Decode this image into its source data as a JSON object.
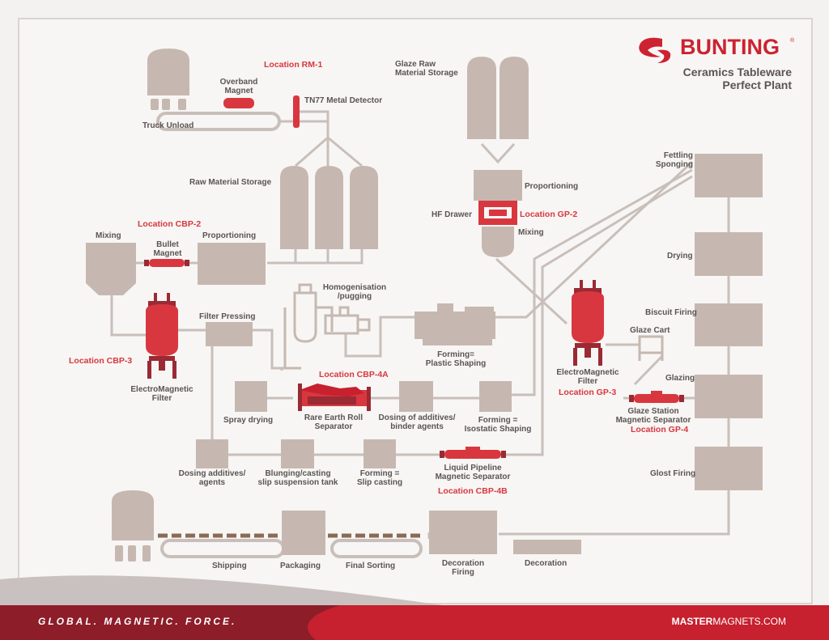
{
  "brand": {
    "name": "BUNTING",
    "registered": "®",
    "title_line1": "Ceramics Tableware",
    "title_line2": "Perfect Plant",
    "accent_color": "#d9373f",
    "equipment_color": "#c8b8b2"
  },
  "footer": {
    "tagline": "GLOBAL. MAGNETIC. FORCE.",
    "url_bold": "MASTER",
    "url_rest": "MAGNETS.COM",
    "band_color": "#c7202f"
  },
  "labels": {
    "truck_unload": "Truck Unload",
    "overband_magnet": "Overband\nMagnet",
    "tn77": "TN77 Metal Detector",
    "raw_material_storage": "Raw Material Storage",
    "glaze_raw_storage": "Glaze Raw\nMaterial Storage",
    "proportioning_gp": "Proportioning",
    "hf_drawer": "HF Drawer",
    "mixing_gp": "Mixing",
    "mixing": "Mixing",
    "bullet_magnet": "Bullet\nMagnet",
    "proportioning": "Proportioning",
    "homogenisation": "Homogenisation\n/pugging",
    "filter_pressing": "Filter Pressing",
    "forming_plastic": "Forming=\nPlastic Shaping",
    "electromagnetic_filter": "ElectroMagnetic\nFilter",
    "electromagnetic_filter_gp": "ElectroMagnetic\nFilter",
    "spray_drying": "Spray drying",
    "rare_earth": "Rare Earth Roll\nSeparator",
    "dosing_binder": "Dosing of additives/\nbinder agents",
    "forming_isostatic": "Forming =\nIsostatic Shaping",
    "dosing_agents": "Dosing additives/\nagents",
    "blunging": "Blunging/casting\nslip suspension tank",
    "forming_slip": "Forming =\nSlip casting",
    "liquid_pipeline": "Liquid Pipeline\nMagnetic Separator",
    "fettling": "Fettling\nSponging",
    "drying": "Drying",
    "biscuit_firing": "Biscuit Firing",
    "glaze_cart": "Glaze Cart",
    "glazing": "Glazing",
    "glaze_station": "Glaze Station\nMagnetic Separator",
    "glost_firing": "Glost Firing",
    "shipping": "Shipping",
    "packaging": "Packaging",
    "final_sorting": "Final Sorting",
    "decoration_firing": "Decoration\nFiring",
    "decoration": "Decoration"
  },
  "locations": {
    "rm1": "Location RM-1",
    "cbp2": "Location CBP-2",
    "gp2": "Location GP-2",
    "cbp3": "Location CBP-3",
    "cbp4a": "Location CBP-4A",
    "gp3": "Location GP-3",
    "gp4": "Location GP-4",
    "cbp4b": "Location CBP-4B"
  }
}
